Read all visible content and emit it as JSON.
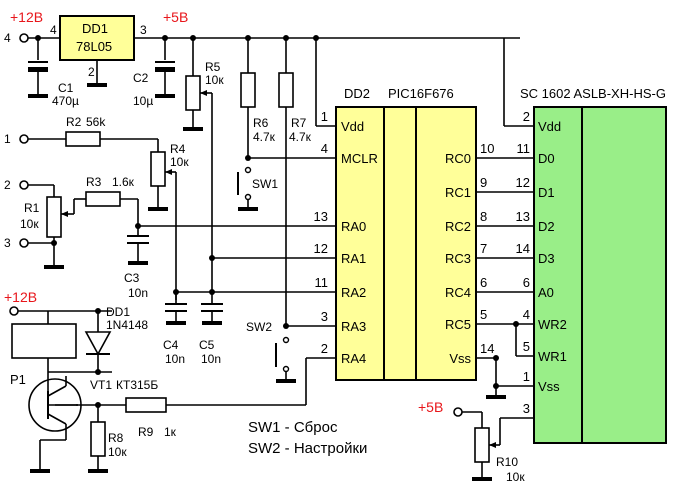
{
  "supply": {
    "plus12_top": "+12В",
    "plus5_top": "+5В",
    "plus12_left": "+12В",
    "plus5_bottom": "+5В"
  },
  "regulator": {
    "ref": "DD1",
    "type": "78L05",
    "pin_in": "4",
    "pin_out": "3",
    "pin_gnd": "2"
  },
  "mcu": {
    "ref": "DD2",
    "type": "PIC16F676",
    "left_pins": [
      {
        "num": "1",
        "name": "Vdd"
      },
      {
        "num": "4",
        "name": "MCLR"
      },
      {
        "num": "13",
        "name": "RA0"
      },
      {
        "num": "12",
        "name": "RA1"
      },
      {
        "num": "11",
        "name": "RA2"
      },
      {
        "num": "3",
        "name": "RA3"
      },
      {
        "num": "2",
        "name": "RA4"
      }
    ],
    "right_pins": [
      {
        "num": "10",
        "name": "RC0"
      },
      {
        "num": "9",
        "name": "RC1"
      },
      {
        "num": "8",
        "name": "RC2"
      },
      {
        "num": "7",
        "name": "RC3"
      },
      {
        "num": "6",
        "name": "RC4"
      },
      {
        "num": "5",
        "name": "RC5"
      },
      {
        "num": "14",
        "name": "Vss"
      }
    ]
  },
  "lcd": {
    "type": "SC 1602 ASLB-XH-HS-G",
    "pins": [
      {
        "num": "2",
        "name": "Vdd"
      },
      {
        "num": "11",
        "name": "D0"
      },
      {
        "num": "12",
        "name": "D1"
      },
      {
        "num": "13",
        "name": "D2"
      },
      {
        "num": "14",
        "name": "D3"
      },
      {
        "num": "6",
        "name": "A0"
      },
      {
        "num": "4",
        "name": "WR2"
      },
      {
        "num": "5",
        "name": "WR1"
      },
      {
        "num": "1",
        "name": "Vss"
      },
      {
        "num": "3",
        "name": ""
      }
    ]
  },
  "components": {
    "c1": {
      "ref": "C1",
      "value": "470µ"
    },
    "c2": {
      "ref": "C2",
      "value": "10µ"
    },
    "c3": {
      "ref": "C3",
      "value": "10n"
    },
    "c4": {
      "ref": "C4",
      "value": "10n"
    },
    "c5": {
      "ref": "C5",
      "value": "10n"
    },
    "r1": {
      "ref": "R1",
      "value": "10к"
    },
    "r2": {
      "ref": "R2",
      "value": "56k"
    },
    "r3": {
      "ref": "R3",
      "value": "1.6к"
    },
    "r4": {
      "ref": "R4",
      "value": "10к"
    },
    "r5": {
      "ref": "R5",
      "value": "10к"
    },
    "r6": {
      "ref": "R6",
      "value": "4.7к"
    },
    "r7": {
      "ref": "R7",
      "value": "4.7к"
    },
    "r8": {
      "ref": "R8",
      "value": "10к"
    },
    "r9": {
      "ref": "R9",
      "value": "1к"
    },
    "r10": {
      "ref": "R10",
      "value": "10к"
    },
    "sw1": {
      "ref": "SW1"
    },
    "sw2": {
      "ref": "SW2"
    },
    "dd1": {
      "ref": "DD1",
      "value": "1N4148"
    },
    "vt1": {
      "ref": "VT1",
      "value": "КТ315Б"
    },
    "p1": {
      "ref": "P1"
    }
  },
  "terminals": [
    "4",
    "1",
    "2",
    "3"
  ],
  "legend": {
    "sw1": "SW1 - Сброс",
    "sw2": "SW2 - Настройки"
  },
  "colors": {
    "chip_fill": "#ffff99",
    "lcd_fill": "#99ee88",
    "supply_label": "#e8161b"
  }
}
